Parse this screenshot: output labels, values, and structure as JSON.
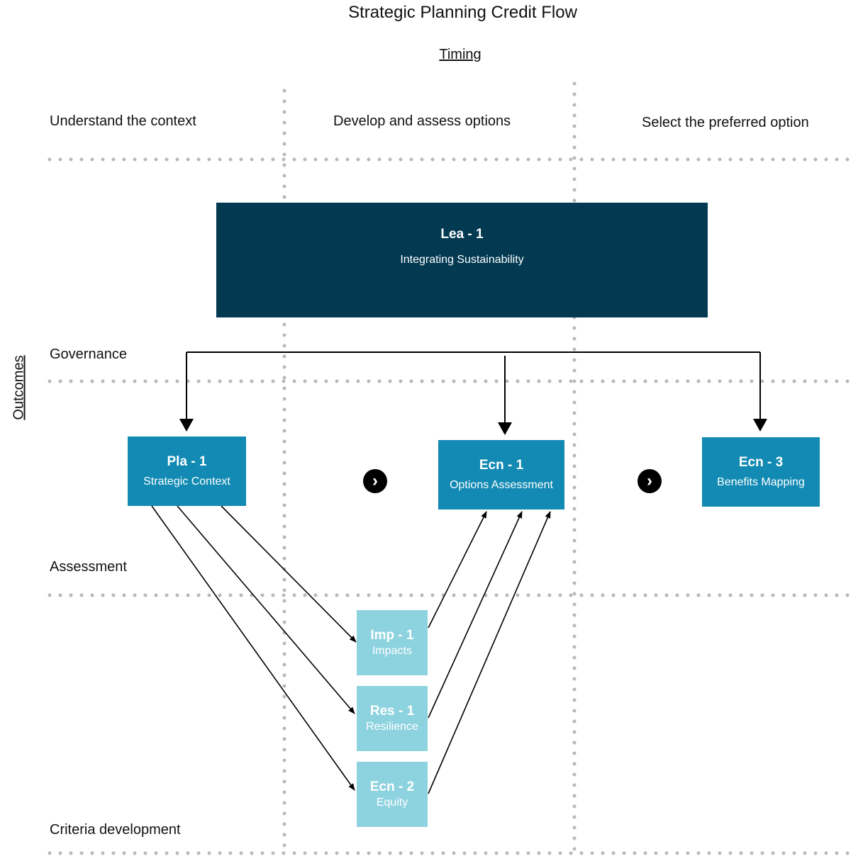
{
  "title": "Strategic Planning Credit Flow",
  "axes": {
    "horizontal": "Timing",
    "vertical": "Outcomes"
  },
  "phases": [
    "Understand the context",
    "Develop and assess options",
    "Select the preferred option"
  ],
  "rows": [
    "Governance",
    "Assessment",
    "Criteria development"
  ],
  "credits": {
    "lea1": {
      "code": "Lea - 1",
      "name": "Integrating Sustainability"
    },
    "pla1": {
      "code": "Pla - 1",
      "name": "Strategic Context"
    },
    "ecn1": {
      "code": "Ecn - 1",
      "name": "Options Assessment"
    },
    "ecn3": {
      "code": "Ecn - 3",
      "name": "Benefits Mapping"
    },
    "imp1": {
      "code": "Imp - 1",
      "name": "Impacts"
    },
    "res1": {
      "code": "Res - 1",
      "name": "Resilience"
    },
    "ecn2": {
      "code": "Ecn - 2",
      "name": "Equity"
    }
  },
  "icons": [
    "next-chevron-icon",
    "next-chevron-icon"
  ],
  "colors": {
    "dark_box": "#033a52",
    "mid_box": "#128ab3",
    "light_box": "#8dd3df",
    "grid_dots": "#b8b8b8"
  }
}
